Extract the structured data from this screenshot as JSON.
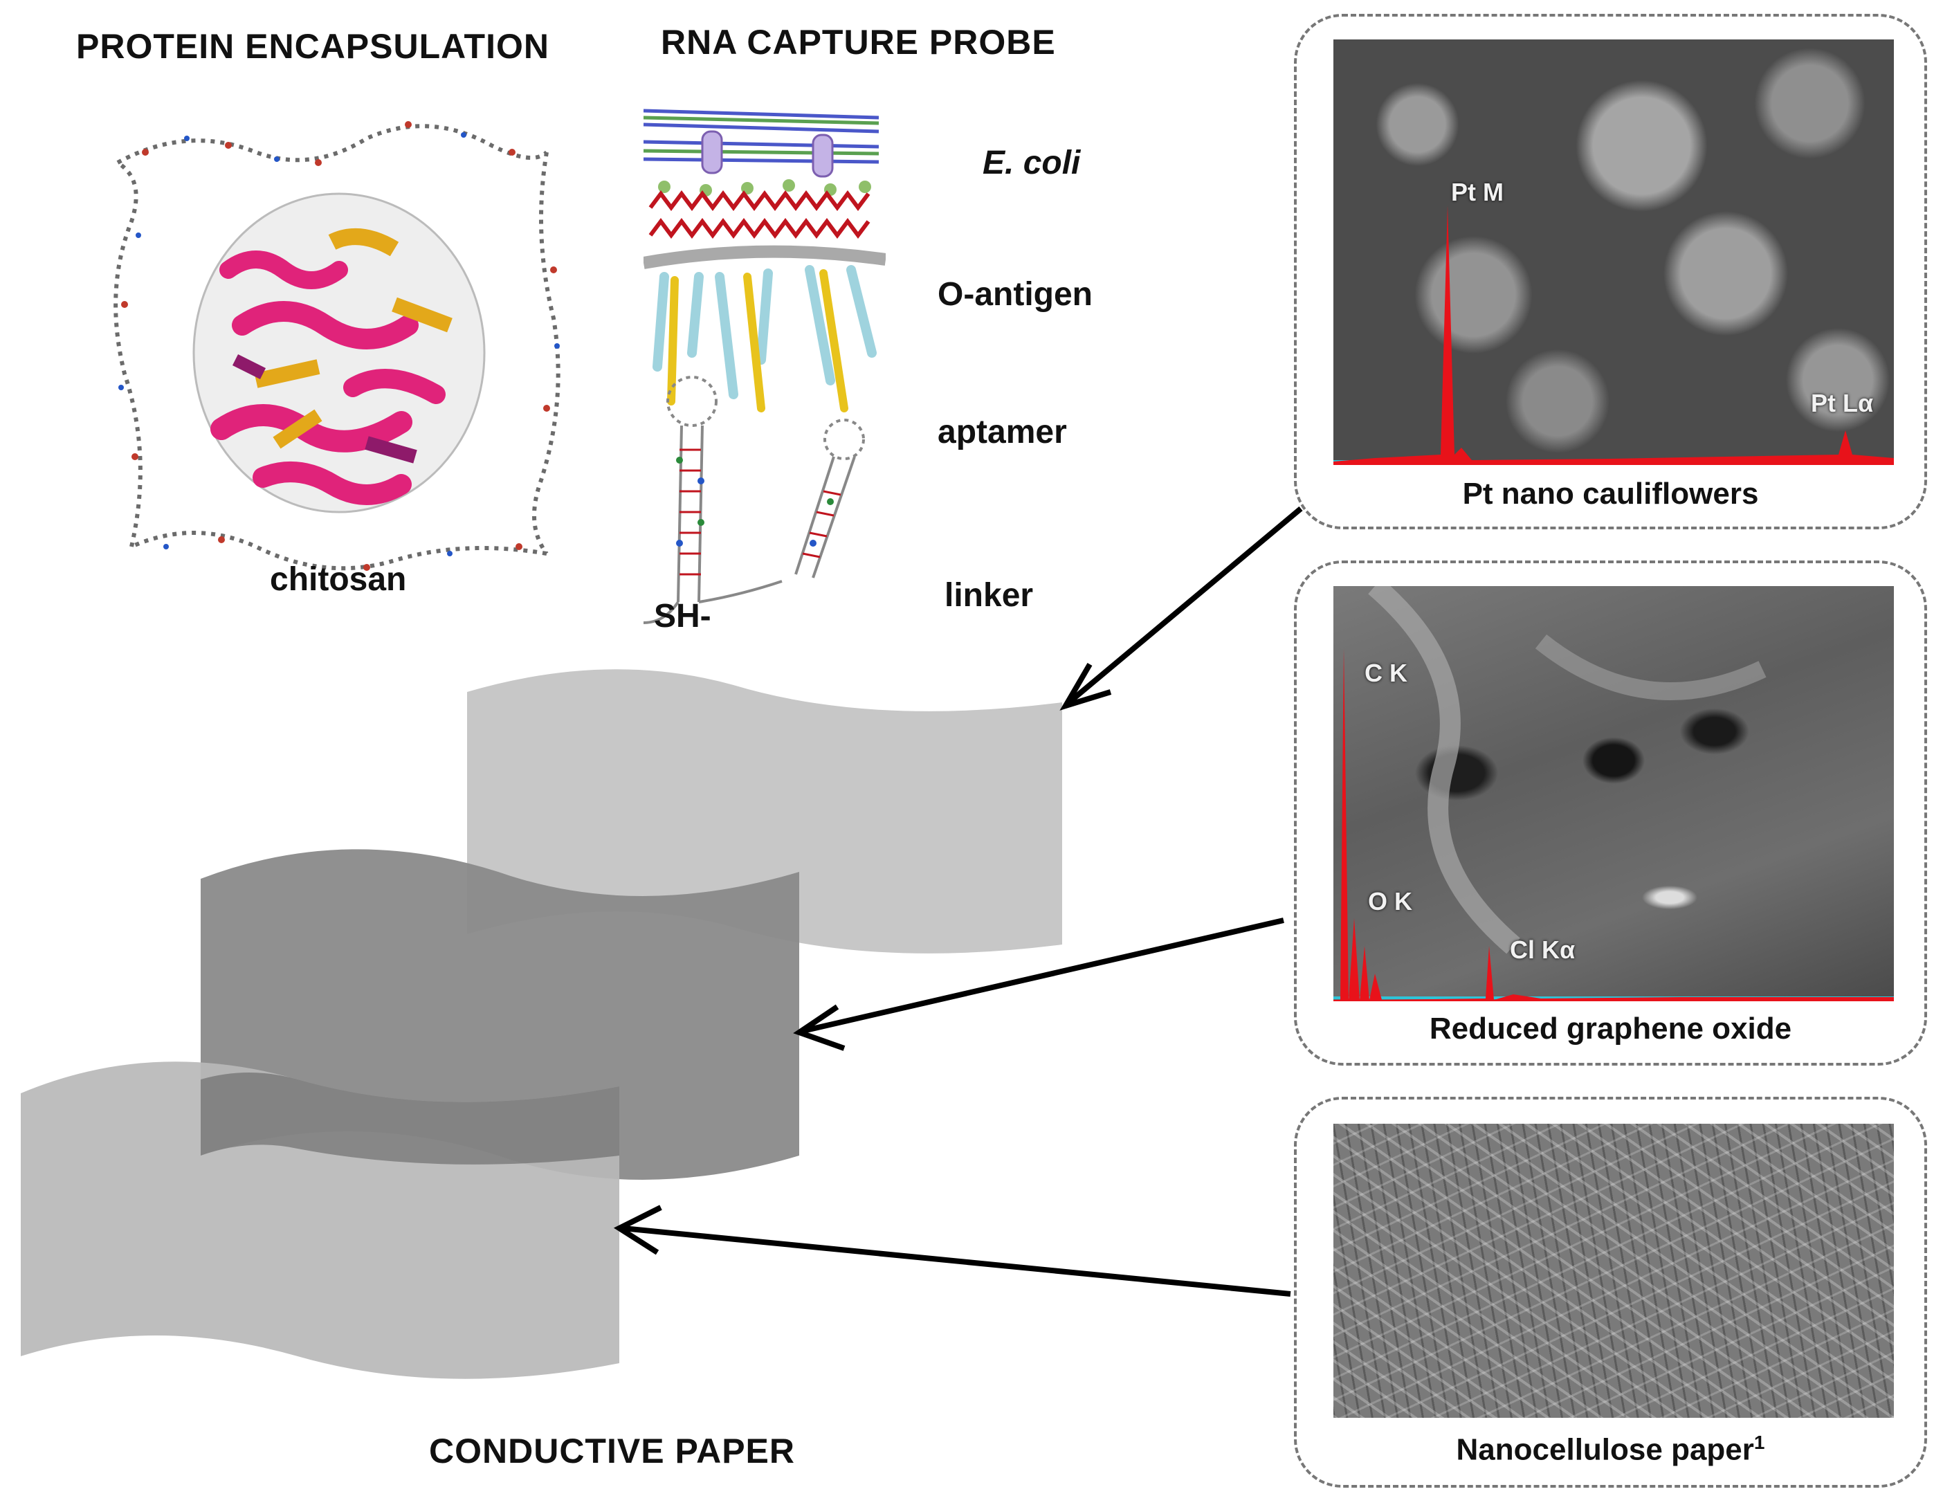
{
  "headings": {
    "protein": "PROTEIN ENCAPSULATION",
    "rna": "RNA CAPTURE PROBE",
    "conductive": "CONDUCTIVE PAPER"
  },
  "labels": {
    "chitosan": "chitosan",
    "ecoli": "E. coli",
    "oantigen": "O-antigen",
    "aptamer": "aptamer",
    "linker": "linker",
    "sh": "SH-"
  },
  "panels": [
    {
      "caption": "Pt nano cauliflowers",
      "peaks": [
        "Pt M",
        "Pt Lα"
      ]
    },
    {
      "caption": "Reduced graphene oxide",
      "peaks": [
        "C K",
        "O K",
        "Cl Kα"
      ]
    },
    {
      "caption": "Nanocellulose paper",
      "caption_sup": "1"
    }
  ],
  "colors": {
    "sheet_light": "#c7c7c7",
    "sheet_dark": "#8a8a8a",
    "protein_pink": "#e0237a",
    "protein_gold": "#e3a81a",
    "eds_red": "#e8121a",
    "eds_baseline": "#2ec4d8"
  }
}
